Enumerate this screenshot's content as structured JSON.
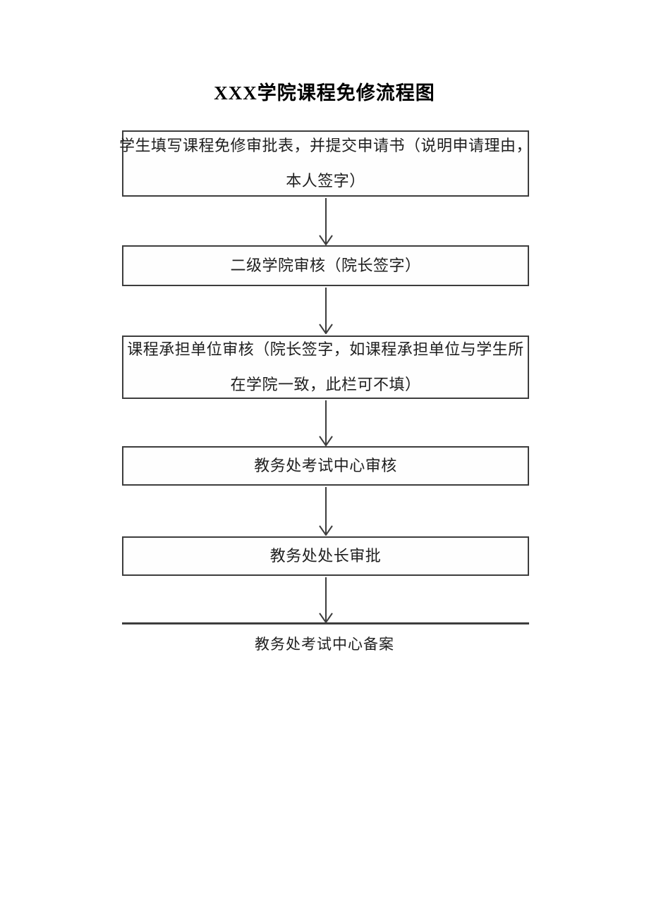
{
  "document": {
    "title": "XXX学院课程免修流程图",
    "background_color": "#ffffff"
  },
  "flowchart": {
    "type": "vertical-flow",
    "border_color": "#3d3d3d",
    "connector_color": "#3d3d3d",
    "text_color": "#1f1f1f",
    "nodes": [
      {
        "id": "student-application",
        "lines": [
          "学生填写课程免修审批表，并提交申请书（说明申请理由，",
          "本人签字）"
        ]
      },
      {
        "id": "college-review",
        "lines": [
          "二级学院审核（院长签字）"
        ]
      },
      {
        "id": "course-unit-review",
        "lines": [
          "课程承担单位审核（院长签字，如课程承担单位与学生所",
          "在学院一致，此栏可不填）"
        ]
      },
      {
        "id": "exam-center-review",
        "lines": [
          "教务处考试中心审核"
        ]
      },
      {
        "id": "director-approval",
        "lines": [
          "教务处处长审批"
        ]
      }
    ],
    "terminal_label": "教务处考试中心备案"
  }
}
